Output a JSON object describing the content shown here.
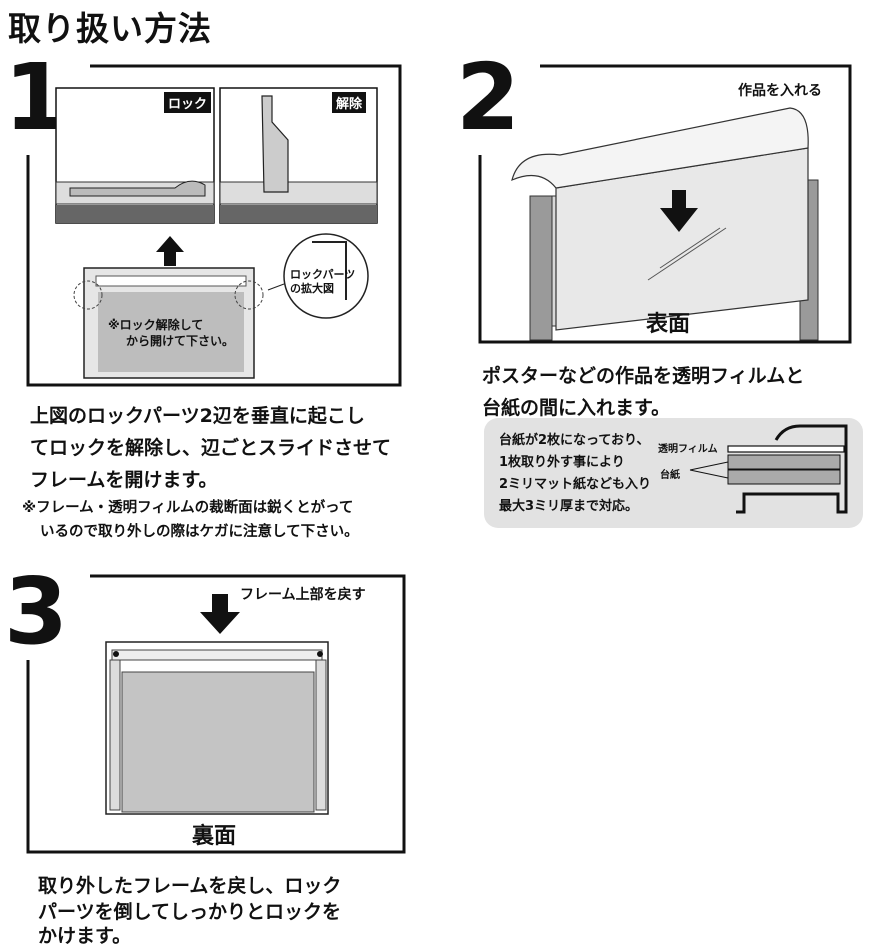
{
  "title": "取り扱い方法",
  "step1": {
    "number": "1",
    "tag_lock": "ロック",
    "tag_unlock": "解除",
    "callout_line1": "ロックパーツ",
    "callout_line2": "の拡大図",
    "frame_note_line1": "※ロック解除して",
    "frame_note_line2": "から開けて下さい。",
    "text_line1": "上図のロックパーツ2辺を垂直に起こし",
    "text_line2": "てロックを解除し、辺ごとスライドさせて",
    "text_line3": "フレームを開けます。",
    "warning_line1": "※フレーム・透明フィルムの裁断面は鋭くとがって",
    "warning_line2": "いるので取り外しの際はケガに注意して下さい。"
  },
  "step2": {
    "number": "2",
    "insert_label": "作品を入れる",
    "face_label": "表面",
    "text_line1": "ポスターなどの作品を透明フィルムと",
    "text_line2": "台紙の間に入れます。",
    "box_line1": "台紙が2枚になっており、",
    "box_line2": "1枚取り外す事により",
    "box_line3": "2ミリマット紙なども入り",
    "box_line4": "最大3ミリ厚まで対応。",
    "film_label": "透明フィルム",
    "board_label": "台紙"
  },
  "step3": {
    "number": "3",
    "return_label": "フレーム上部を戻す",
    "back_label": "裏面",
    "text_line1": "取り外したフレームを戻し、ロック",
    "text_line2": "パーツを倒してしっかりとロックを",
    "text_line3": "かけます。"
  }
}
